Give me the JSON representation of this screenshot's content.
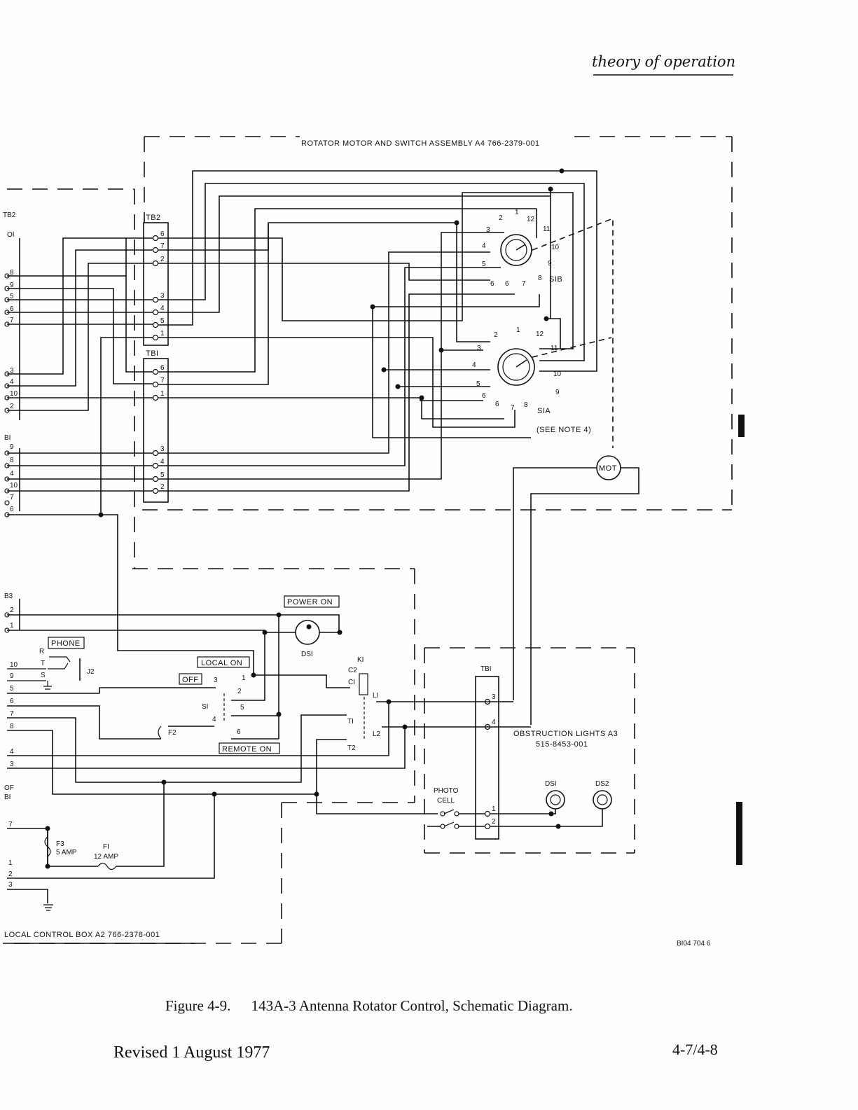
{
  "header": {
    "section": "theory of operation"
  },
  "labels": {
    "rotator_assembly": "ROTATOR MOTOR AND SWITCH ASSEMBLY A4 766-2379-001",
    "tb2": "TB2",
    "tb1": "TBI",
    "s1b": "SIB",
    "s1a": "SIA",
    "note": "(SEE NOTE 4)",
    "mot": "MOT",
    "power_on": "POWER ON",
    "ds1": "DSI",
    "k1": "KI",
    "phone": "PHONE",
    "j2": "J2",
    "local_on": "LOCAL ON",
    "off": "OFF",
    "s1": "SI",
    "f2": "F2",
    "remote_on": "REMOTE ON",
    "l1": "LI",
    "l2": "L2",
    "t1": "TI",
    "t2": "T2",
    "c1": "CI",
    "c2": "C2",
    "tb1_lights": "TBI",
    "obstruction_lights": "OBSTRUCTION LIGHTS A3",
    "obstruction_part": "515-8453-001",
    "photo_cell_1": "PHOTO",
    "photo_cell_2": "CELL",
    "ds1_light": "DSI",
    "ds2_light": "DS2",
    "f3": "F3",
    "f3_rating": "5 AMP",
    "f1": "FI",
    "f1_rating": "12 AMP",
    "local_control_box": "LOCAL CONTROL BOX A2 766-2378-001",
    "drawing_number": "BI04 704 6",
    "left_tb2": "TB2",
    "left_tb2_sub": "OI",
    "left_b1": "BI",
    "left_b3": "B3",
    "left_of": "OF",
    "left_b1b": "BI"
  },
  "caption": {
    "figure": "Figure 4-9.",
    "title": "143A-3 Antenna Rotator Control, Schematic Diagram."
  },
  "footer": {
    "revised": "Revised 1 August 1977",
    "page": "4-7/4-8"
  }
}
